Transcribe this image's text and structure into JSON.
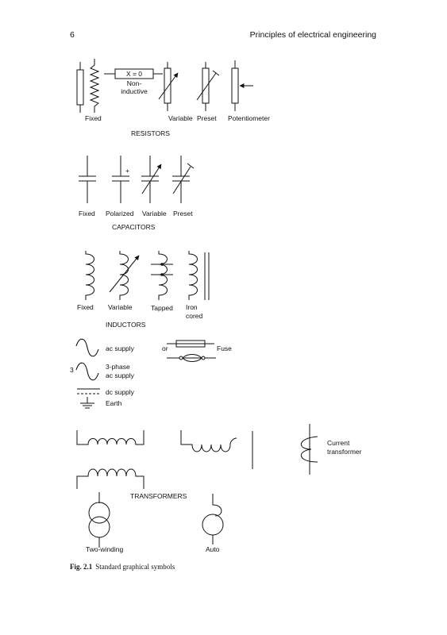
{
  "header": {
    "page_number": "6",
    "running_title": "Principles of electrical engineering"
  },
  "resistors": {
    "x0_label": "X = 0",
    "noninductive_label_1": "Non-",
    "noninductive_label_2": "inductive",
    "fixed": "Fixed",
    "variable": "Variable",
    "preset": "Preset",
    "potentiometer": "Potentiometer",
    "section_title": "RESISTORS"
  },
  "capacitors": {
    "plus": "+",
    "fixed": "Fixed",
    "polarized": "Polarized",
    "variable": "Variable",
    "preset": "Preset",
    "section_title": "CAPACITORS"
  },
  "inductors": {
    "fixed": "Fixed",
    "variable": "Variable",
    "tapped": "Tapped",
    "iron_cored_1": "Iron",
    "iron_cored_2": "cored",
    "section_title": "INDUCTORS"
  },
  "supplies": {
    "ac": "ac supply",
    "three": "3",
    "three_phase_1": "3-phase",
    "three_phase_2": "ac supply",
    "dc": "dc supply",
    "earth": "Earth",
    "or": "or",
    "fuse": "Fuse"
  },
  "transformers": {
    "current_1": "Current",
    "current_2": "transformer",
    "section_title": "TRANSFORMERS",
    "two_winding": "Two-winding",
    "auto": "Auto"
  },
  "caption": {
    "label": "Fig. 2.1",
    "text": "Standard graphical symbols"
  }
}
